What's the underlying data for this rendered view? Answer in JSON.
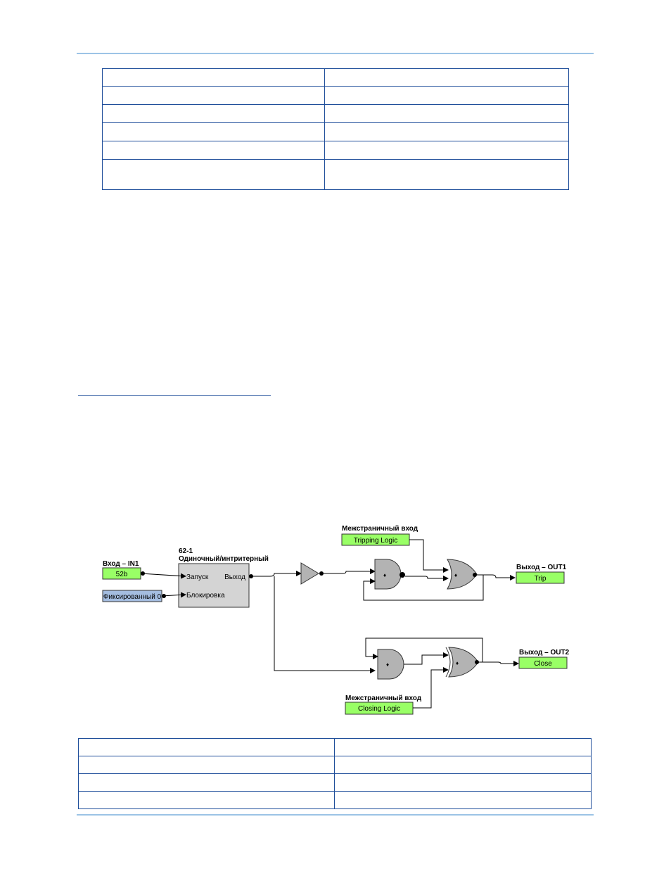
{
  "diagram": {
    "input_in1": {
      "heading": "Вход – IN1",
      "value": "52b"
    },
    "fixed_zero": {
      "label": "Фиксированный 0"
    },
    "timer": {
      "id": "62-1",
      "title": "Одиночный/интритерный",
      "start_port": "Запуск",
      "block_port": "Блокировка",
      "output_port": "Выход"
    },
    "tripping_input": {
      "heading": "Межстраничный вход",
      "value": "Tripping Logic"
    },
    "closing_input": {
      "heading": "Межстраничный вход",
      "value": "Closing Logic"
    },
    "out1": {
      "heading": "Выход – OUT1",
      "value": "Trip"
    },
    "out2": {
      "heading": "Выход – OUT2",
      "value": "Close"
    },
    "colors": {
      "green_box": "#99ff66",
      "blue_box": "#a4bde0",
      "gate_fill": "#b3b3b3",
      "timer_fill": "#d4d4d4",
      "table_border": "#1f4e9a",
      "header_rule": "#9cc3e6"
    }
  }
}
